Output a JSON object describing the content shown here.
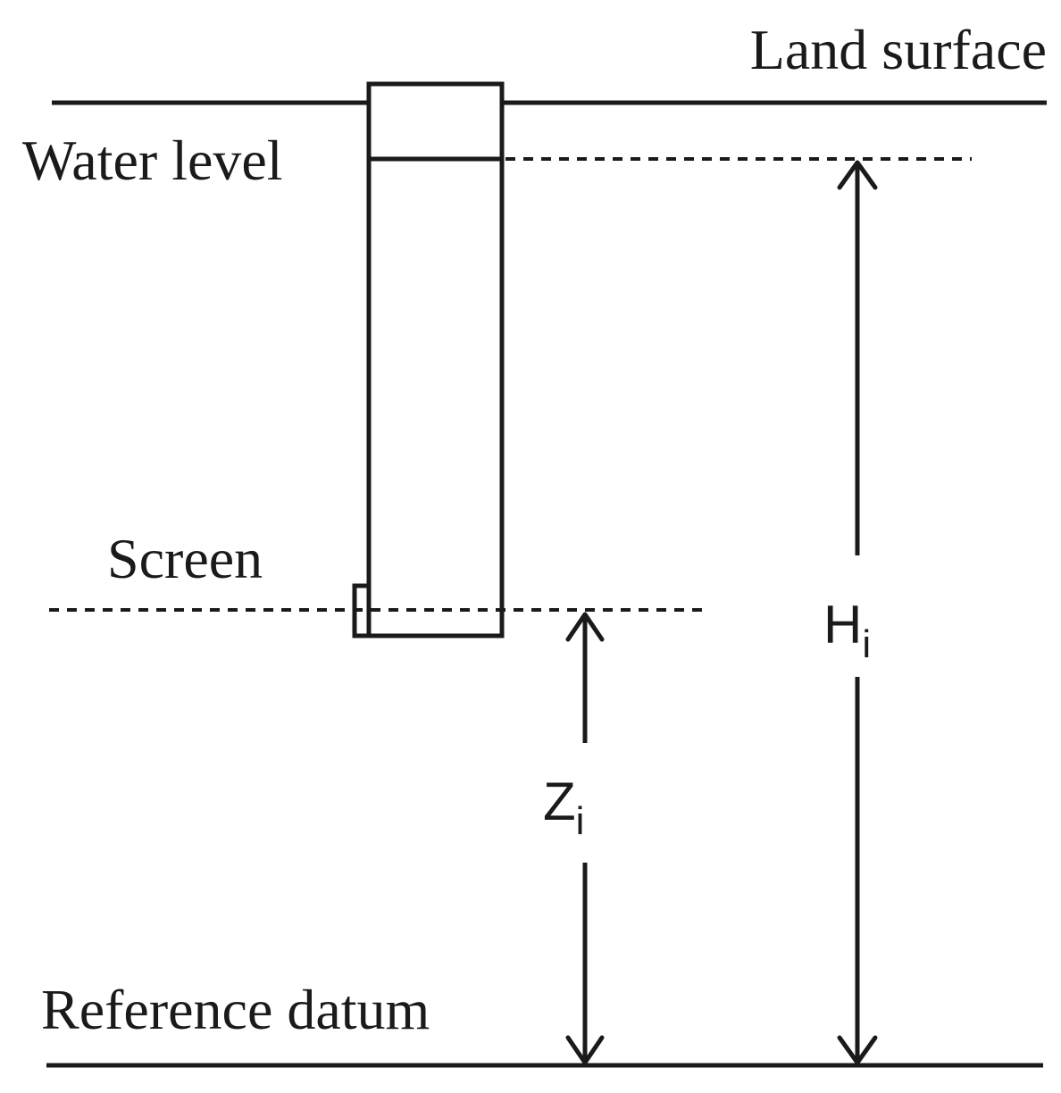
{
  "labels": {
    "land_surface": "Land surface",
    "water_level": "Water level",
    "screen": "Screen",
    "reference_datum": "Reference datum"
  },
  "variables": {
    "H": {
      "symbol": "H",
      "subscript": "i"
    },
    "Z": {
      "symbol": "Z",
      "subscript": "i"
    }
  },
  "colors": {
    "line": "#1a1a1a",
    "background": "#ffffff"
  }
}
